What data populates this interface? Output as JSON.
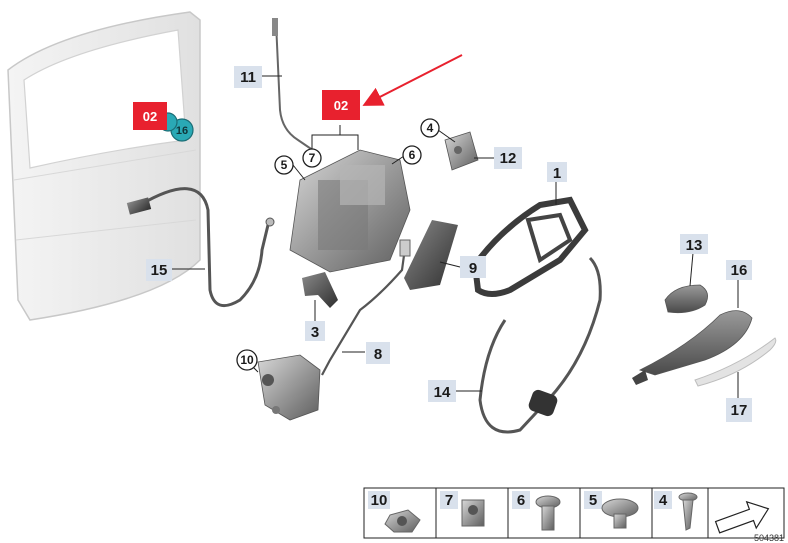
{
  "callouts": [
    {
      "id": "1",
      "label": "1"
    },
    {
      "id": "3",
      "label": "3"
    },
    {
      "id": "8",
      "label": "8"
    },
    {
      "id": "9",
      "label": "9"
    },
    {
      "id": "11",
      "label": "11"
    },
    {
      "id": "12",
      "label": "12"
    },
    {
      "id": "13",
      "label": "13"
    },
    {
      "id": "14",
      "label": "14"
    },
    {
      "id": "15",
      "label": "15"
    },
    {
      "id": "16",
      "label": "16"
    },
    {
      "id": "17",
      "label": "17"
    }
  ],
  "circle_callouts": [
    {
      "id": "4",
      "label": "4"
    },
    {
      "id": "5",
      "label": "5"
    },
    {
      "id": "6",
      "label": "6"
    },
    {
      "id": "7",
      "label": "7"
    },
    {
      "id": "10",
      "label": "10"
    }
  ],
  "highlight_badges": [
    {
      "id": "main",
      "label": "02"
    },
    {
      "id": "door",
      "label": "02"
    }
  ],
  "teal_marker": {
    "label": "16"
  },
  "legend": [
    {
      "label": "10",
      "icon": "nut-icon"
    },
    {
      "label": "7",
      "icon": "clip-nut-icon"
    },
    {
      "label": "6",
      "icon": "torx-bolt-icon"
    },
    {
      "label": "5",
      "icon": "flat-head-screw-icon"
    },
    {
      "label": "4",
      "icon": "countersunk-screw-icon"
    },
    {
      "label": "",
      "icon": "direction-arrow-icon"
    }
  ],
  "figure_number": "504381",
  "colors": {
    "highlight": "#e8212e",
    "label_bg": "#d9e1ec",
    "marker": "#2aa9b5",
    "arrow": "#e8212e"
  }
}
